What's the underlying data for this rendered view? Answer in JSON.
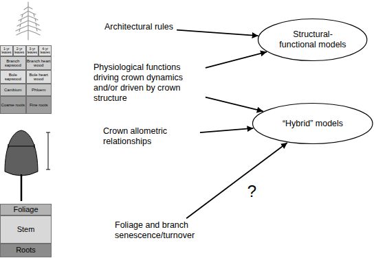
{
  "diagram": {
    "nodes": [
      {
        "text": [
          "Architectural rules"
        ]
      },
      {
        "text": [
          "Structural- functional models"
        ]
      },
      {
        "text": [
          "Physiological functions driving crown dynamics and/or driven by crown structure"
        ]
      },
      {
        "text": [
          "“Hybrid” models"
        ]
      },
      {
        "text": [
          "Crown allometric relationships"
        ]
      },
      {
        "text": [
          "Foliage and branch senescence/turnover"
        ]
      }
    ],
    "edges": [
      {
        "from": 0,
        "to": 1,
        "arrow": "to"
      },
      {
        "from": 2,
        "to": 1,
        "arrow": "to"
      },
      {
        "from": 2,
        "to": 3,
        "arrow": "to"
      },
      {
        "from": 4,
        "to": 3,
        "arrow": "to"
      },
      {
        "from": 5,
        "to": 3,
        "label": "?",
        "arrow": "to"
      }
    ],
    "labels": [
      "1-yr leaves",
      "2-yr leaves",
      "3-yr leaves",
      "4-yr leaves",
      "Branch sapwood",
      "Branch heart wood",
      "Bole sapwood",
      "Bole heart wood",
      "Cambium",
      "Phloem",
      "Coarse roots",
      "Fine roots",
      "Foliage",
      "Stem",
      "Roots"
    ]
  }
}
